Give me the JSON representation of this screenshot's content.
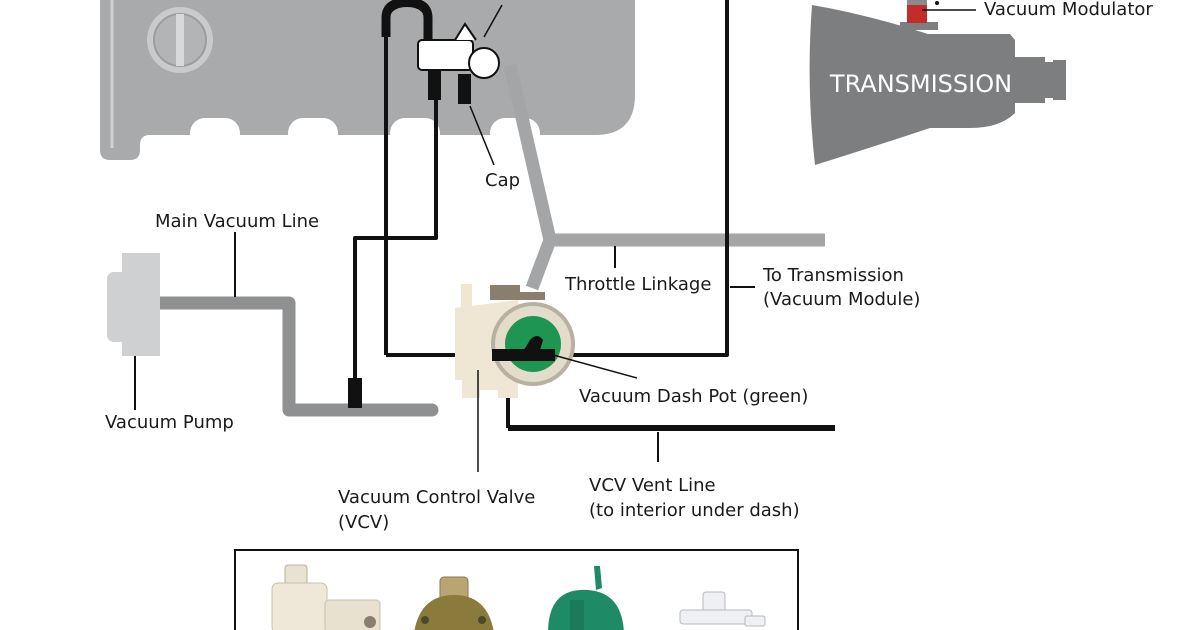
{
  "labels": {
    "vacuum_modulator": "Vacuum Modulator",
    "transmission": "TRANSMISSION",
    "cap": "Cap",
    "main_vacuum_line": "Main Vacuum Line",
    "throttle_linkage": "Throttle Linkage",
    "to_transmission_1": "To Transmission",
    "to_transmission_2": "(Vacuum Module)",
    "vacuum_pump": "Vacuum Pump",
    "vacuum_dash_pot": "Vacuum Dash Pot (green)",
    "vcv_1": "Vacuum Control Valve",
    "vcv_2": "(VCV)",
    "vcv_vent_1": "VCV Vent Line",
    "vcv_vent_2": "(to interior under dash)"
  },
  "colors": {
    "engine_gray": "#a9aaac",
    "line_black": "#111111",
    "line_gray": "#8f9092",
    "linkage_gray": "#a4a5a7",
    "transmission_gray": "#7d7e80",
    "dashpot_green": "#1e9550",
    "vcv_body": "#efe6d3",
    "modulator_red": "#c42b2b"
  },
  "icons": {
    "photo_1": "vcv-photo-icon",
    "photo_2": "brass-sensor-photo-icon",
    "photo_3": "green-dashpot-photo-icon",
    "photo_4": "white-tee-fitting-photo-icon"
  }
}
